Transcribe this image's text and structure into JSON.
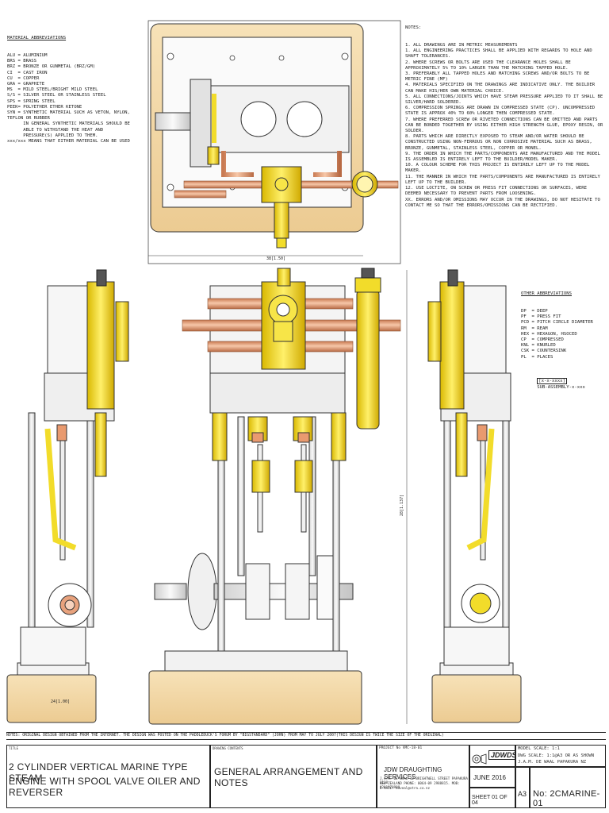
{
  "material_abbreviations": {
    "title": "MATERIAL ABBREVIATIONS",
    "lines": [
      "ALU = ALUMINIUM",
      "BRS = BRASS",
      "BRZ = BRONZE OR GUNMETAL (BRZ/GM)",
      "CI  = CAST IRON",
      "CU  = COPPER",
      "GRA = GRAPHITE",
      "MS  = MILD STEEL/BRIGHT MILD STEEL",
      "S/S = SILVER STEEL OR STAINLESS STEEL",
      "SPS = SPRING STEEL",
      "PEEK= POLYETHER ETHER KETONE",
      "SYN = SYNTHETIC MATERIAL SUCH AS VETON, NYLON,",
      "TEFLON OR RUBBER",
      "      IN GENERAL SYNTHETIC MATERIALS SHOULD BE",
      "      ABLE TO WITHSTAND THE HEAT AND",
      "      PRESSURE(S) APPLIED TO THEM.",
      "xxx/xxx MEANS THAT EITHER MATERIAL CAN BE USED"
    ]
  },
  "notes": {
    "title": "NOTES:",
    "lines": [
      "1. ALL DRAWINGS ARE IN METRIC MEASUREMENTS",
      "1. ALL ENGINEERING PRACTICES SHALL BE APPLIED WITH REGARDS TO HOLE AND SHAFT TOLERANCES.",
      "2. WHERE SCREWS OR BOLTS ARE USED THE CLEARANCE HOLES SHALL BE APPROXIMATELY 5% TO 10% LARGER THAN THE MATCHING TAPPED HOLE.",
      "3. PREFERABLY ALL TAPPED HOLES AND MATCHING SCREWS AND/OR BOLTS TO BE METRIC FINE (MF)",
      "4. MATERIALS SPECIFIED ON THE DRAWINGS ARE INDICATIVE ONLY. THE BUILDER CAN MAKE HIS/HER OWN MATERIAL CHOICE.",
      "5. ALL CONNECTIONS/JOINTS WHICH HAVE STEAM PRESSURE APPLIED TO IT SHALL BE SILVER/HARD SOLDERED.",
      "6. COMPRESSION SPRINGS ARE DRAWN IN COMPRESSED STATE (CP). UNCOMPRESSED STATE IS APPROX 40% TO 60% LONGER THEN COMPRESSED STATE.",
      "7. WHERE PREFERRED SCREW OR RIVETED CONNECTIONS CAN BE OMITTED AND PARTS CAN BE BONDED TOGETHER BY USING EITHER HIGH STRENGTH GLUE, EPOXY RESIN, OR SOLDER.",
      "8. PARTS WHICH ARE DIRECTLY EXPOSED TO STEAM AND/OR WATER SHOULD BE CONSTRUCTED USING NON-FERROUS OR NON CORROSIVE MATERIAL SUCH AS BRASS, BRONZE, GUNMETAL, STAINLESS STEEL, COPPER OR MONEL.",
      "9. THE ORDER IN WHICH THE PARTS/COMPONENTS ARE MANUFACTURED AND THE MODEL IS ASSEMBLED IS ENTIRELY LEFT TO THE BUILDER/MODEL MAKER.",
      "10. A COLOUR SCHEME FOR THIS PROJECT IS ENTIRELY LEFT UP TO THE MODEL MAKER.",
      "11. THE MANNER IN WHICH THE PARTS/COMPONENTS ARE MANUFACTURED IS ENTIRELY LEFT UP TO THE BUILDER.",
      "12. USE LOCTITE, ON SCREW OR PRESS FIT CONNECTIONS OR SURFACES, WERE DEEMED NECESSARY TO PREVENT PARTS FROM LOOSENING.",
      "XX. ERRORS AND/OR OMISSIONS MAY OCCUR IN THE DRAWINGS, DO NOT HESITATE TO CONTACT ME SO THAT THE ERRORS/OMISSIONS CAN BE RECTIFIED."
    ]
  },
  "other_abbreviations": {
    "title": "OTHER ABBREVIATIONS",
    "lines": [
      "DP  = DEEP",
      "PF  = PRESS FIT",
      "PCD = PITCH CIRCLE DIAMETER",
      "RM  = REAM",
      "HEX = HEXAGON, HSOCED",
      "CP  = COMPRESSED",
      "KNL = KNURLED",
      "CSK = COUNTERSINK",
      "PL  = PLACES"
    ],
    "sub_assembly": "SUB-ASSEMBLY-x-xxx",
    "sub_box": "[x-x-xxxx]"
  },
  "dimensions": {
    "top_width": "38[1.50]",
    "height": "28[1.137]",
    "left_width": "24[1.00]"
  },
  "bottom_note": "NOTES: ORIGINAL DESIGN OBTAINED FROM THE INTERNET. THE DESIGN WAS POSTED ON THE PADDLEDUCK'S FORUM BY \"BIGSTANDARD\" (JOHN) FROM MAY TO JULY 2007(THIS DESIGN IS TWICE THE SIZE OF THE ORIGINAL)",
  "title_block": {
    "title_label": "TITLE",
    "title_line1": "2 CYLINDER VERTICAL MARINE TYPE STEAM",
    "title_line2": "ENGINE WITH SPOOL VALVE OILER AND REVERSER",
    "contents_label": "DRAWING CONTENTS",
    "contents": "GENERAL ARRANGEMENT AND NOTES",
    "project_label": "PROJECT No VMC-18-01",
    "company": "JDW DRAUGHTING SERVICES",
    "address1": "J.A.M. DE WAAL 12 BRIGHTWELL STREET PAPAKURA 2110",
    "address2": "NEW ZEALAND PHONE: 0064-09 2988815. MOB: 0211978989",
    "email": "E-MAIL: daveal@xtra.co.nz",
    "logo_text": "JDWDS",
    "model_scale": "MODEL SCALE: 1:1",
    "dwg_scale": "DWG SCALE: 1:1@A3 OR AS SHOWN",
    "copyright": "J.A.M. DE WAAL PAPAKURA NZ",
    "date": "JUNE 2016",
    "sheet": "SHEET 01 OF 04",
    "size": "A3",
    "number": "No: 2CMARINE-01"
  },
  "colors": {
    "brass": "#f2dc2a",
    "copper": "#e8a27d",
    "wood": "#f4d9a8",
    "steel": "#e9e9e9",
    "line": "#333333"
  }
}
